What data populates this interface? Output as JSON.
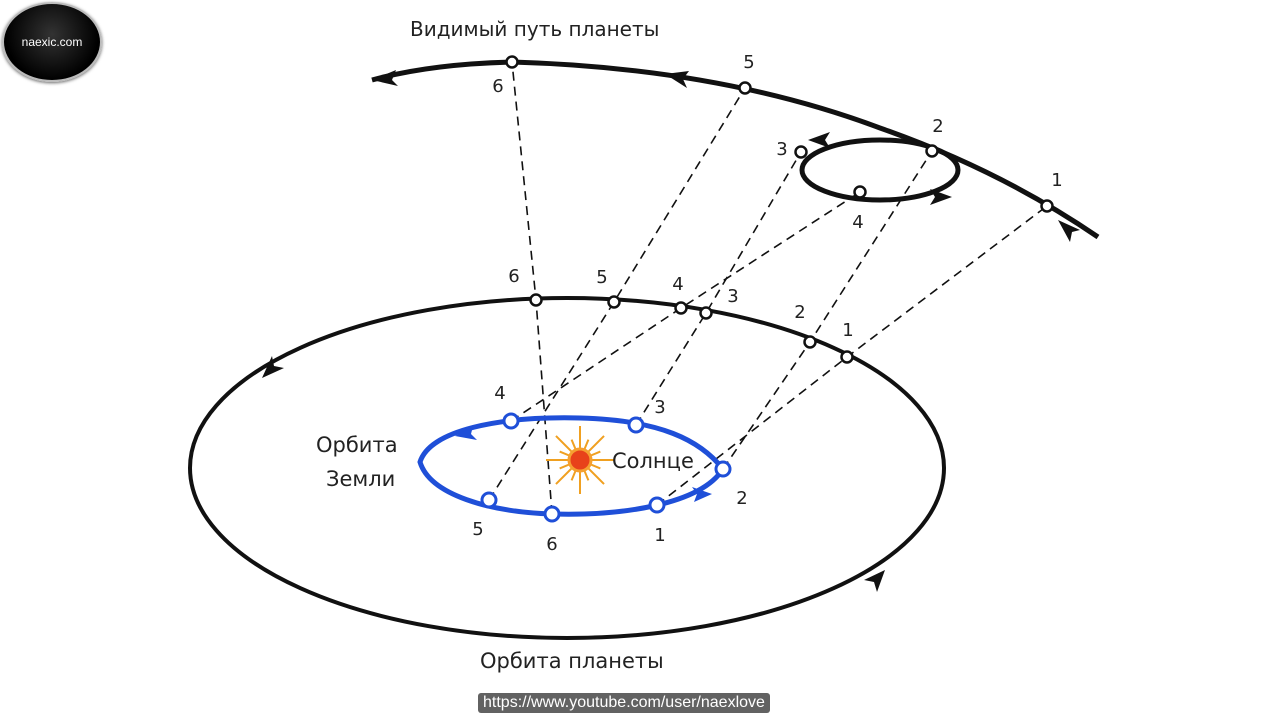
{
  "title": "Видимый путь планеты",
  "earth_orbit_label": [
    "Орбита",
    "Земли"
  ],
  "sun_label": "Солнце",
  "planet_orbit_label": "Орбита планеты",
  "position_labels": [
    "1",
    "2",
    "3",
    "4",
    "5",
    "6"
  ],
  "watermark": "naexic.com",
  "url_caption": "https://www.youtube.com/user/naexlove",
  "colors": {
    "earth_orbit": "#1f4fd8",
    "sun": "#e8421a",
    "rays": "#f0a020",
    "lines": "#111111"
  }
}
